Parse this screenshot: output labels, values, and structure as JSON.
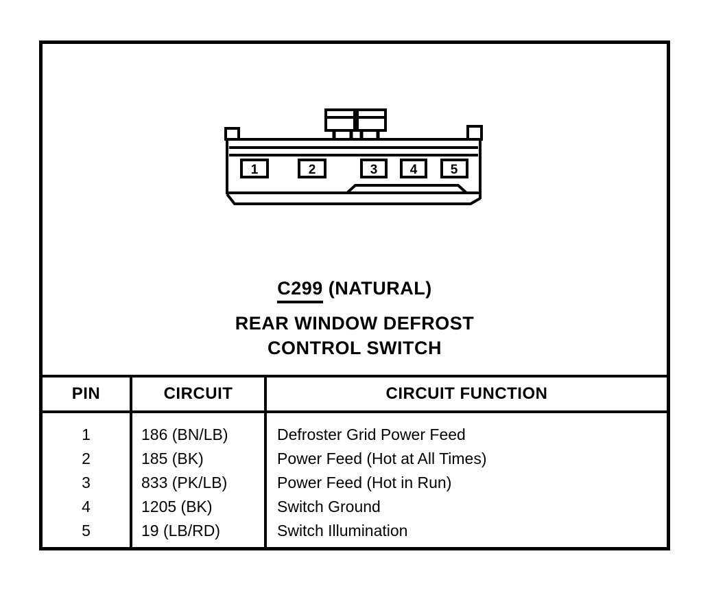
{
  "page": {
    "background": "#ffffff",
    "ink_color": "#000000"
  },
  "connector": {
    "id": "C299",
    "color_label": "(NATURAL)",
    "name_line1": "REAR WINDOW DEFROST",
    "name_line2": "CONTROL SWITCH",
    "pins": [
      "1",
      "2",
      "3",
      "4",
      "5"
    ]
  },
  "table": {
    "columns": [
      "PIN",
      "CIRCUIT",
      "CIRCUIT FUNCTION"
    ],
    "rows": [
      {
        "pin": "1",
        "circuit": "186 (BN/LB)",
        "function": "Defroster Grid Power Feed"
      },
      {
        "pin": "2",
        "circuit": "185 (BK)",
        "function": "Power Feed (Hot at All Times)"
      },
      {
        "pin": "3",
        "circuit": "833 (PK/LB)",
        "function": "Power Feed (Hot in Run)"
      },
      {
        "pin": "4",
        "circuit": "1205 (BK)",
        "function": "Switch Ground"
      },
      {
        "pin": "5",
        "circuit": "19 (LB/RD)",
        "function": "Switch Illumination"
      }
    ]
  }
}
